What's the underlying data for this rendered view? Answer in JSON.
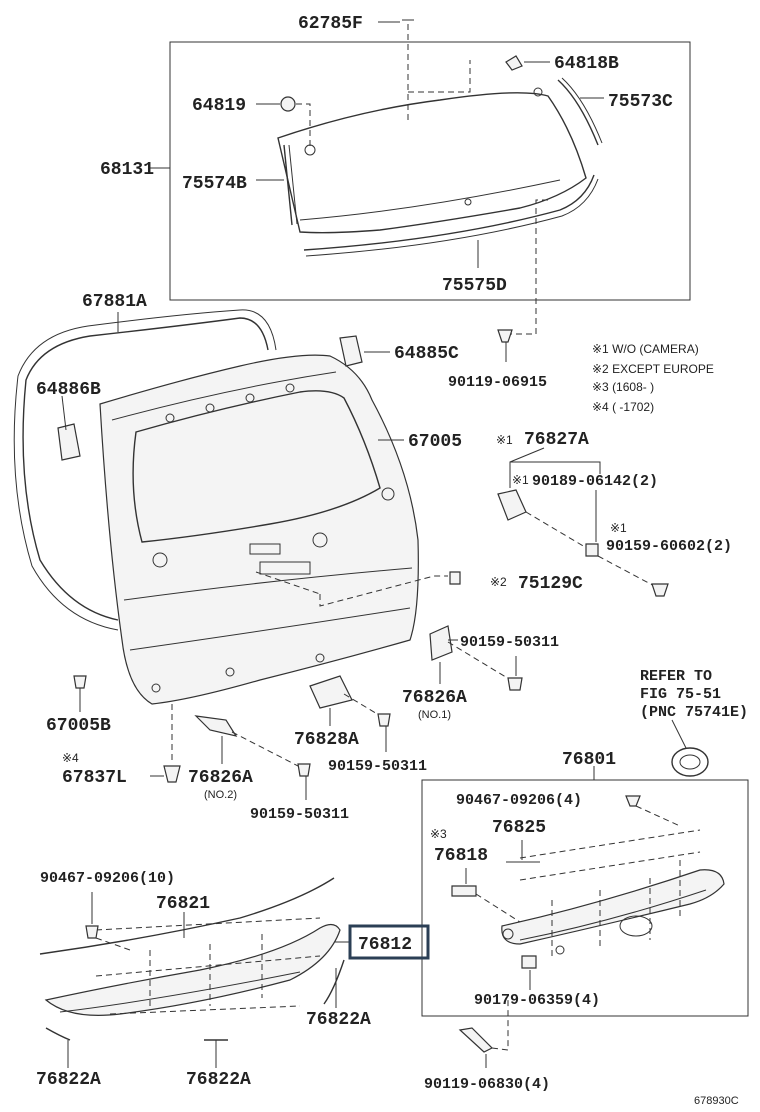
{
  "labels": {
    "p62785F": "62785F",
    "p64818B": "64818B",
    "p64819": "64819",
    "p75573C": "75573C",
    "p68131": "68131",
    "p75574B": "75574B",
    "p75575D": "75575D",
    "p67881A": "67881A",
    "p64885C": "64885C",
    "p90119_06915": "90119-06915",
    "p64886B": "64886B",
    "p67005": "67005",
    "p76827A": "76827A",
    "p90189_06142": "90189-06142(2)",
    "p90159_60602": "90159-60602(2)",
    "p75129C": "75129C",
    "p90159_50311_a": "90159-50311",
    "p76826A_no1": "76826A",
    "no1": "(NO.1)",
    "p67005B": "67005B",
    "p76828A": "76828A",
    "p90159_50311_b": "90159-50311",
    "p67837L": "67837L",
    "p76826A_no2": "76826A",
    "no2": "(NO.2)",
    "p90159_50311_c": "90159-50311",
    "p76801": "76801",
    "p90467_09206_4": "90467-09206(4)",
    "p76825": "76825",
    "p76818": "76818",
    "p90467_09206_10": "90467-09206(10)",
    "p76821": "76821",
    "p76812": "76812",
    "p76822A_1": "76822A",
    "p90179_06359": "90179-06359(4)",
    "p76822A_2": "76822A",
    "p76822A_3": "76822A",
    "p90119_06830": "90119-06830(4)"
  },
  "marks": {
    "m1": "※1",
    "m2": "※2",
    "m3": "※3",
    "m4": "※4"
  },
  "notes": {
    "n1": "※1 W/O (CAMERA)",
    "n2": "※2 EXCEPT EUROPE",
    "n3": "※3 (1608-      )",
    "n4": "※4 (      -1702)"
  },
  "refer": {
    "line1": "REFER TO",
    "line2": "FIG 75-51",
    "line3": "(PNC 75741E)"
  },
  "figure_id": "678930C"
}
